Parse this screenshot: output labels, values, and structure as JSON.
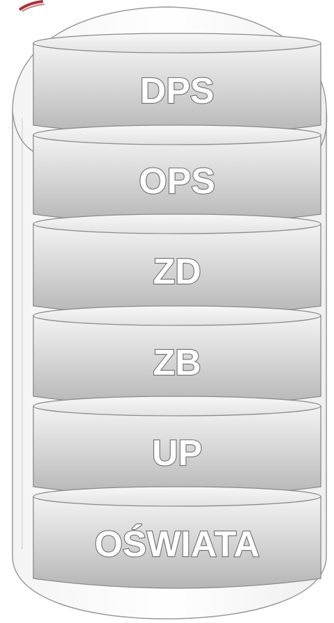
{
  "diagram": {
    "layers": [
      {
        "label": "DPS"
      },
      {
        "label": "OPS"
      },
      {
        "label": "ZD"
      },
      {
        "label": "ZB"
      },
      {
        "label": "UP"
      },
      {
        "label": "OŚWIATA"
      }
    ],
    "colors": {
      "outline": "#8a8a8a",
      "layer_top": "#f2f2f2",
      "layer_bottom": "#b8b8b8",
      "accent_logo": "#a8323a"
    }
  }
}
